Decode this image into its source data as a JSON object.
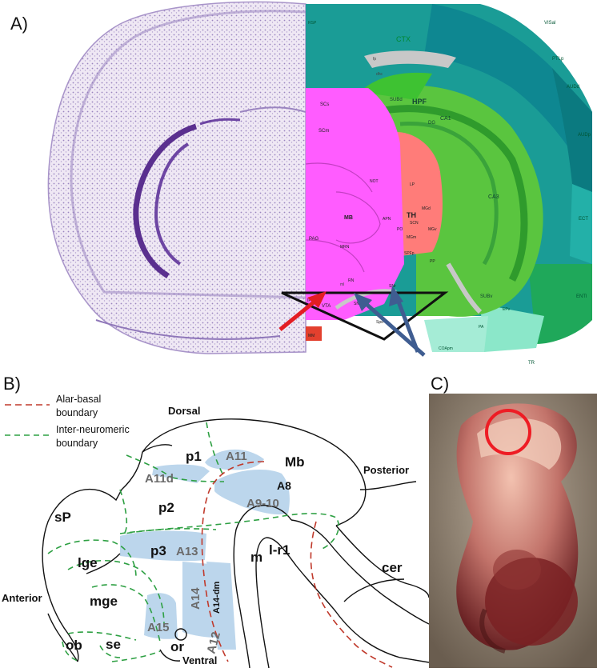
{
  "panel_a": {
    "letter": "A)",
    "atlas_labels": {
      "ctx": "CTX",
      "hpf": "HPF",
      "mb": "MB",
      "th": "TH",
      "ca1": "CA1",
      "ca3": "CA3",
      "dg": "DG",
      "subd": "SUBd",
      "subv": "SUBv",
      "vta": "VTA",
      "snc": "SNc",
      "snr": "SNr",
      "mm": "MM",
      "if": "IF",
      "pag": "PAG",
      "scs": "SCs",
      "scm": "SCm",
      "apn": "APN",
      "mrn": "MRN",
      "rn": "RN",
      "lp": "LP",
      "mgd": "MGd",
      "mgv": "MGv",
      "mgm": "MGm",
      "pp": "PP",
      "spfp": "SPFp",
      "not": "NOT",
      "po": "PO",
      "scn": "SCN",
      "visal": "VISal",
      "ptlp": "PTLp",
      "audd": "AUDd",
      "audp": "AUDp",
      "ect": "ECT",
      "ent": "ENTl",
      "tr": "TR",
      "coapm": "COApm",
      "pa": "PA",
      "epv": "EPv",
      "spd": "Spd",
      "rsp": "RSP",
      "dhc": "dhc",
      "fp": "fp",
      "ml": "ml"
    },
    "colors": {
      "nissl_bg": "#f3eef7",
      "nissl_stain": "#7a56a8",
      "ctx": "#199a94",
      "ctx_dark": "#0f8b8d",
      "hpf": "#55c23f",
      "hpf_dark": "#2f9b2c",
      "mb": "#ff5cff",
      "th": "#ff7b7a",
      "vta_arrow": "#e31d23",
      "sn_arrow": "#3f5d91",
      "olf": "#9fe6d2"
    }
  },
  "panel_b": {
    "letter": "B)",
    "legend": {
      "alar_basal_line1": "Alar-basal",
      "alar_basal_line2": "boundary",
      "interneuromeric_line1": "Inter-neuromeric",
      "interneuromeric_line2": "boundary"
    },
    "directions": {
      "dorsal": "Dorsal",
      "posterior": "Posterior",
      "anterior": "Anterior",
      "ventral": "Ventral"
    },
    "regions": {
      "p1": "p1",
      "p2": "p2",
      "p3": "p3",
      "mb": "Mb",
      "sp": "sP",
      "lge": "lge",
      "mge": "mge",
      "ob": "ob",
      "se": "se",
      "or": "or",
      "m": "m",
      "lr1": "l-r1",
      "cer": "cer"
    },
    "nuclei": {
      "a11": "A11",
      "a11d": "A11d",
      "a8": "A8",
      "a9_10": "A9-10",
      "a13": "A13",
      "a14": "A14",
      "a14dm": "A14-dm",
      "a12": "A12",
      "a15": "A15"
    },
    "colors": {
      "alar_basal": "#c0392b",
      "interneuromeric": "#2ea043",
      "nucleus_fill": "#bcd6ec",
      "outline": "#111111",
      "nucleus_text": "#6b6b6b"
    }
  },
  "panel_c": {
    "letter": "C)",
    "colors": {
      "bg": "#7d6f5e",
      "embryo": "#c97a6d",
      "embryo_dark": "#5a1a1c",
      "circle": "#ee1c24"
    }
  }
}
